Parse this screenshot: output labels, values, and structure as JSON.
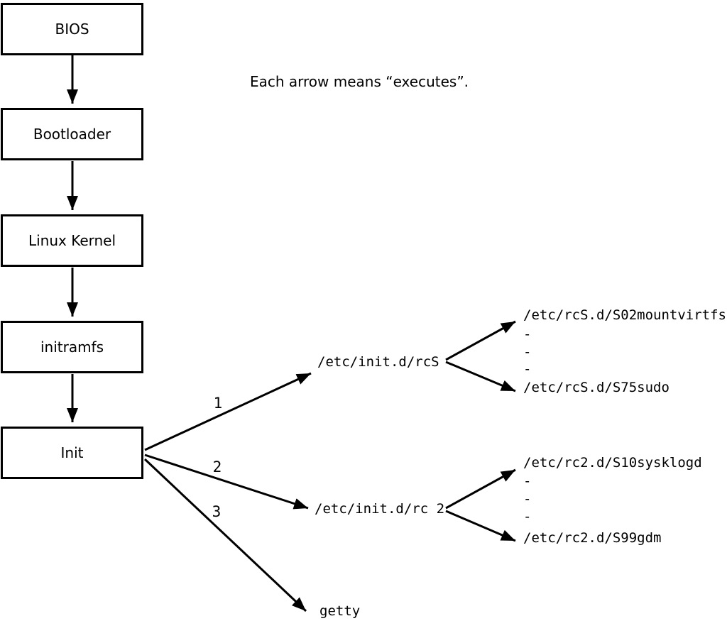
{
  "diagram": {
    "caption": "Each arrow means “executes”.",
    "chain": [
      {
        "label": "BIOS"
      },
      {
        "label": "Bootloader"
      },
      {
        "label": "Linux Kernel"
      },
      {
        "label": "initramfs"
      },
      {
        "label": "Init"
      }
    ],
    "arrow_meaning": "executes",
    "init_branches": [
      {
        "number": "1",
        "target": "/etc/init.d/rcS"
      },
      {
        "number": "2",
        "target": "/etc/init.d/rc 2"
      },
      {
        "number": "3",
        "target": "getty"
      }
    ],
    "rcS_scripts": {
      "first": "/etc/rcS.d/S02mountvirtfs",
      "ellipsis": [
        "-",
        "-",
        "-"
      ],
      "last": "/etc/rcS.d/S75sudo"
    },
    "rc2_scripts": {
      "first": "/etc/rc2.d/S10sysklogd",
      "ellipsis": [
        "-",
        "-",
        "-"
      ],
      "last": "/etc/rc2.d/S99gdm"
    },
    "colors": {
      "line": "#000000",
      "background": "#ffffff"
    }
  }
}
